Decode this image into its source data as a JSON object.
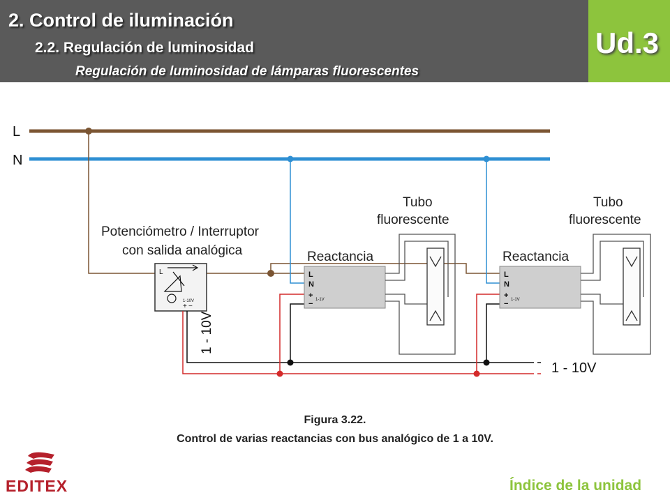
{
  "header": {
    "title": "2. Control de iluminación",
    "subtitle": "2.2. Regulación de luminosidad",
    "section": "Regulación de luminosidad de lámparas fluorescentes",
    "unit": "Ud.3"
  },
  "diagram": {
    "line_L": "L",
    "line_N": "N",
    "pot_label_1": "Potenciómetro / Interruptor",
    "pot_label_2": "con salida analógica",
    "pot_L": "L",
    "pot_1_10v": "1-10V",
    "pot_plus": "+",
    "pot_minus": "−",
    "vertical_label": "1 - 10V",
    "ballast_label": "Reactancia",
    "ballast_L": "L",
    "ballast_N": "N",
    "ballast_plus": "+",
    "ballast_minus": "−",
    "ballast_1_1v": "1-1V",
    "tube_label_1": "Tubo",
    "tube_label_2": "fluorescente",
    "bus_label": "1 - 10V",
    "colors": {
      "L": "#7b5533",
      "N": "#2e8fd3",
      "plus": "#d42a2a",
      "minus": "#111111"
    }
  },
  "caption": {
    "figure": "Figura 3.22.",
    "text": "Control de varias reactancias con bus analógico de 1 a 10V."
  },
  "footer": {
    "logo": "EDITEX",
    "index_link": "Índice de la unidad"
  }
}
